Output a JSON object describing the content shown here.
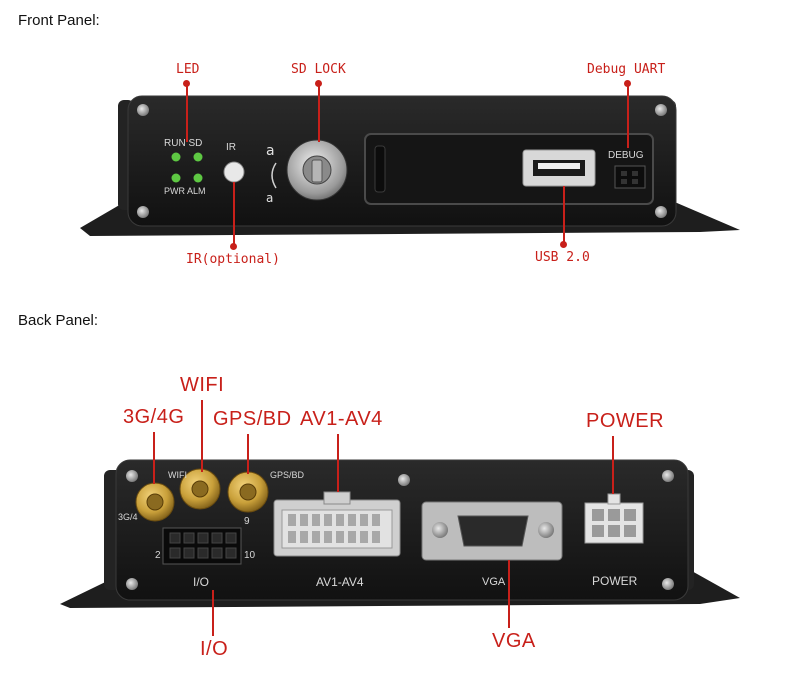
{
  "front": {
    "section_title": "Front Panel:",
    "callouts": {
      "led": "LED",
      "sd_lock": "SD LOCK",
      "debug_uart": "Debug UART",
      "ir": "IR(optional)",
      "usb": "USB 2.0"
    },
    "panel_text": {
      "run_sd": "RUN SD",
      "pwr_alm": "PWR ALM",
      "ir": "IR",
      "debug": "DEBUG"
    }
  },
  "back": {
    "section_title": "Back Panel:",
    "callouts": {
      "wifi": "WIFI",
      "g34": "3G/4G",
      "gps": "GPS/BD",
      "av": "AV1-AV4",
      "power": "POWER",
      "io": "I/O",
      "vga": "VGA"
    },
    "panel_text": {
      "wifi": "WIFI",
      "gps": "GPS/BD",
      "g34": "3G/4",
      "pin2": "2",
      "pin9": "9",
      "pin10": "10",
      "io": "I/O",
      "av": "AV1-AV4",
      "vga": "VGA",
      "power": "POWER"
    }
  },
  "colors": {
    "callout": "#c8201a",
    "chassis": "#1b1b1b",
    "led_green": "#5ec843",
    "gold": "#c9a03a"
  }
}
